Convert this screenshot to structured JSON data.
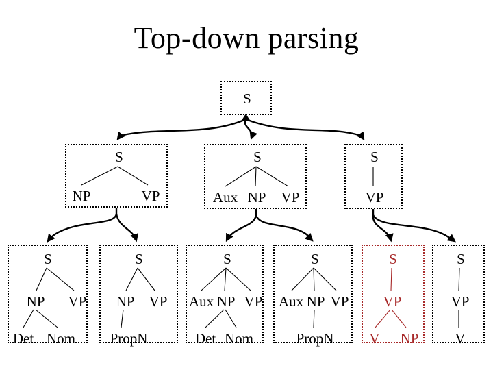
{
  "title": "Top-down parsing",
  "colors": {
    "tree_black": "#000000",
    "highlight_red": "#a82a2a"
  },
  "boxes": {
    "root": {
      "s": "S"
    },
    "mid1": {
      "s": "S",
      "np": "NP",
      "vp": "VP"
    },
    "mid2": {
      "s": "S",
      "aux": "Aux",
      "np": "NP",
      "vp": "VP"
    },
    "mid3": {
      "s": "S",
      "vp": "VP"
    },
    "b1": {
      "s": "S",
      "np": "NP",
      "vp": "VP",
      "det": "Det",
      "nom": "Nom"
    },
    "b2": {
      "s": "S",
      "np": "NP",
      "vp": "VP",
      "propn": "PropN"
    },
    "b3": {
      "s": "S",
      "aux": "Aux",
      "np": "NP",
      "vp": "VP",
      "det": "Det",
      "nom": "Nom"
    },
    "b4": {
      "s": "S",
      "aux": "Aux",
      "np": "NP",
      "vp": "VP",
      "propn": "PropN"
    },
    "b5": {
      "s": "S",
      "vp": "VP",
      "v": "V",
      "np": "NP"
    },
    "b6": {
      "s": "S",
      "vp": "VP",
      "v": "V"
    }
  }
}
